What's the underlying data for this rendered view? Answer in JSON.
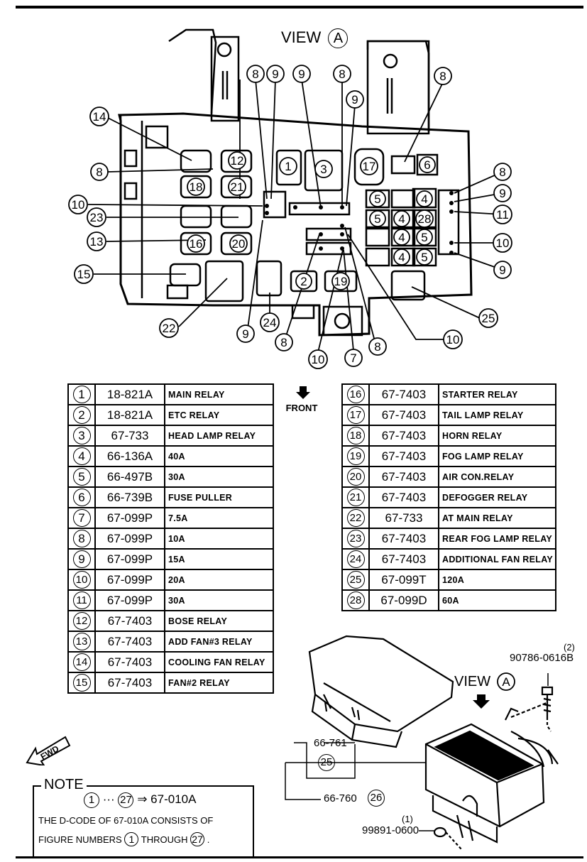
{
  "view_title": "VIEW",
  "view_letter": "A",
  "front_label": "FRONT",
  "fwd_label": "FWD",
  "callouts_top": [
    "8",
    "9",
    "9",
    "8",
    "9",
    "8",
    "14",
    "12",
    "8",
    "10",
    "23",
    "13",
    "15",
    "22",
    "24",
    "8",
    "9",
    "10",
    "7",
    "8",
    "10",
    "25",
    "9",
    "10",
    "11",
    "9",
    "8",
    "18",
    "21",
    "16",
    "20",
    "1",
    "3",
    "17",
    "6",
    "5",
    "4",
    "28",
    "2",
    "19"
  ],
  "parts_left": [
    {
      "num": "1",
      "code": "18-821A",
      "desc": "MAIN  RELAY"
    },
    {
      "num": "2",
      "code": "18-821A",
      "desc": "ETC RELAY"
    },
    {
      "num": "3",
      "code": "67-733",
      "desc": "HEAD LAMP RELAY"
    },
    {
      "num": "4",
      "code": "66-136A",
      "desc": "40A"
    },
    {
      "num": "5",
      "code": "66-497B",
      "desc": "30A"
    },
    {
      "num": "6",
      "code": "66-739B",
      "desc": "FUSE PULLER"
    },
    {
      "num": "7",
      "code": "67-099P",
      "desc": "7.5A"
    },
    {
      "num": "8",
      "code": "67-099P",
      "desc": "10A"
    },
    {
      "num": "9",
      "code": "67-099P",
      "desc": "15A"
    },
    {
      "num": "10",
      "code": "67-099P",
      "desc": "20A"
    },
    {
      "num": "11",
      "code": "67-099P",
      "desc": "30A"
    },
    {
      "num": "12",
      "code": "67-7403",
      "desc": "BOSE RELAY"
    },
    {
      "num": "13",
      "code": "67-7403",
      "desc": "ADD FAN#3 RELAY"
    },
    {
      "num": "14",
      "code": "67-7403",
      "desc": "COOLING FAN RELAY"
    },
    {
      "num": "15",
      "code": "67-7403",
      "desc": "FAN#2 RELAY"
    }
  ],
  "parts_right": [
    {
      "num": "16",
      "code": "67-7403",
      "desc": "STARTER RELAY"
    },
    {
      "num": "17",
      "code": "67-7403",
      "desc": "TAIL LAMP RELAY"
    },
    {
      "num": "18",
      "code": "67-7403",
      "desc": "HORN RELAY"
    },
    {
      "num": "19",
      "code": "67-7403",
      "desc": "FOG LAMP RELAY"
    },
    {
      "num": "20",
      "code": "67-7403",
      "desc": "AIR CON.RELAY"
    },
    {
      "num": "21",
      "code": "67-7403",
      "desc": "DEFOGGER RELAY"
    },
    {
      "num": "22",
      "code": "67-733",
      "desc": "AT MAIN RELAY"
    },
    {
      "num": "23",
      "code": "67-7403",
      "desc": "REAR FOG LAMP RELAY"
    },
    {
      "num": "24",
      "code": "67-7403",
      "desc": "ADDITIONAL FAN RELAY"
    },
    {
      "num": "25",
      "code": "67-099T",
      "desc": "120A"
    },
    {
      "num": "28",
      "code": "67-099D",
      "desc": "60A"
    }
  ],
  "assembly": {
    "bolt_qty": "(2)",
    "bolt_code": "90786-0616B",
    "cover_code": "66-761",
    "callout_25": "25",
    "box_code": "66-760",
    "callout_26": "26",
    "nut_qty": "(1)",
    "nut_code": "99891-0600"
  },
  "note": {
    "title": "NOTE",
    "range_from": "1",
    "range_dots": "···",
    "range_to": "27",
    "arrow": "⇒",
    "range_code": "67-010A",
    "line2": "THE D-CODE OF 67-010A  CONSISTS OF",
    "line3_a": "FIGURE NUMBERS",
    "line3_from": "1",
    "line3_mid": "THROUGH",
    "line3_to": "27",
    "line3_end": "."
  },
  "colors": {
    "ink": "#000000",
    "paper": "#ffffff"
  }
}
